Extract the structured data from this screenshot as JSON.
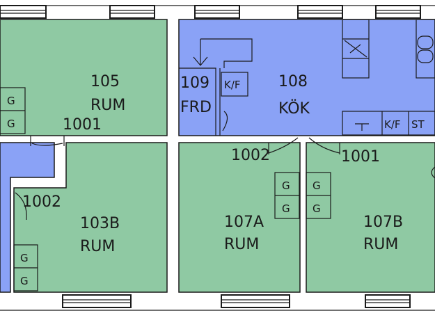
{
  "colors": {
    "room_green": "#8fc9a3",
    "room_blue": "#8aa2f6",
    "wall": "#ffffff",
    "line": "#1a1a1a"
  },
  "rooms": {
    "r105": {
      "number": "105",
      "name": "RUM"
    },
    "r109": {
      "number": "109",
      "name": "FRD"
    },
    "r108": {
      "number": "108",
      "name": "KÖK"
    },
    "r103b": {
      "number": "103B",
      "name": "RUM"
    },
    "r107a": {
      "number": "107A",
      "name": "RUM"
    },
    "r107b": {
      "number": "107B",
      "name": "RUM"
    }
  },
  "doors": {
    "d1001_top": "1001",
    "d1002_mid": "1002",
    "d1001_right": "1001",
    "d1002_left": "1002"
  },
  "fixtures": {
    "g": "G",
    "kf": "K/F",
    "st": "ST"
  }
}
